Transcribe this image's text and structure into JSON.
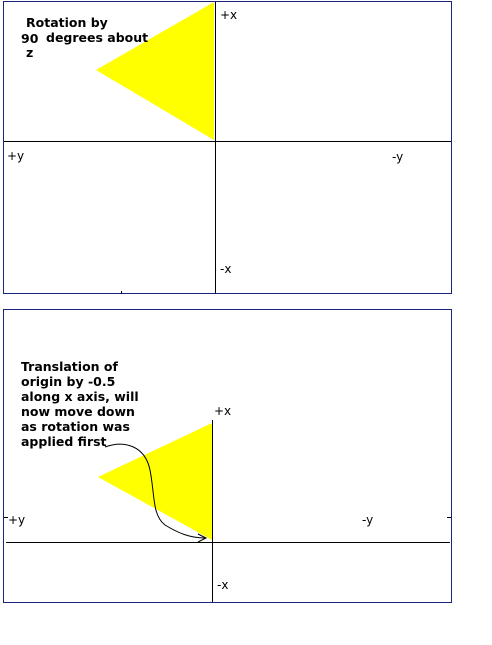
{
  "panel1": {
    "caption_line1": "Rotation by",
    "angle": "90",
    "caption_line2": "degrees about",
    "axis_name": "z",
    "label_plus_x": "+x",
    "label_minus_x": "-x",
    "label_plus_y": "+y",
    "label_minus_y": "-y"
  },
  "panel2": {
    "caption_lines": [
      "Translation of",
      "origin by -0.5",
      "along x axis, will",
      "now move down",
      "as rotation was",
      "applied first"
    ],
    "label_plus_x": "+x",
    "label_minus_x": "-x",
    "label_plus_y": "+y",
    "label_minus_y": "-y"
  },
  "colors": {
    "triangle_fill": "#ffff00",
    "frame_stroke": "#1a237e",
    "axis_stroke": "#000000"
  }
}
